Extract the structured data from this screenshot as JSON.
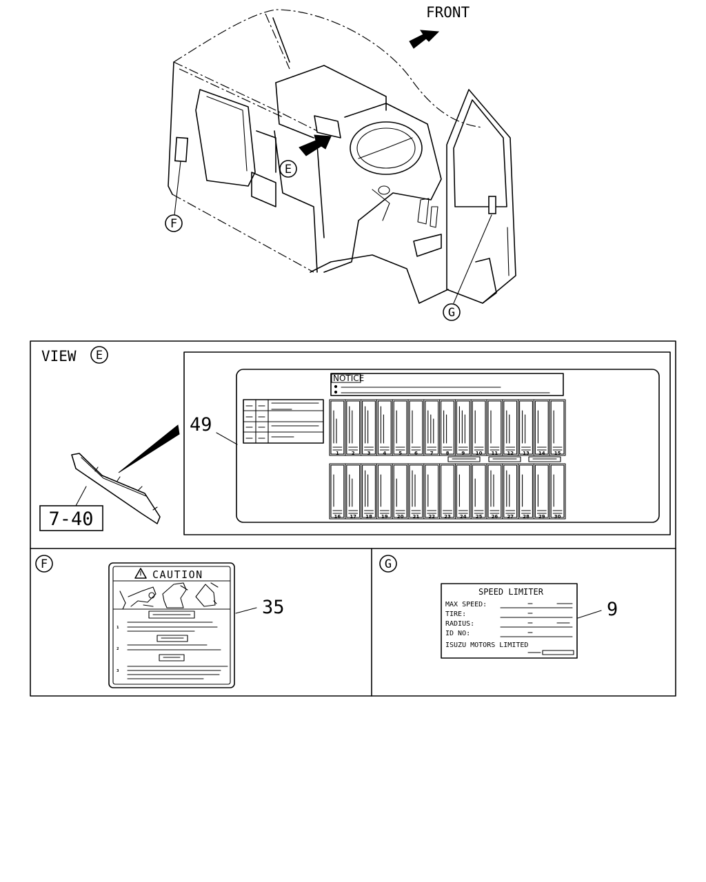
{
  "overview": {
    "front_label": "FRONT",
    "callouts": {
      "e": "E",
      "f": "F",
      "g": "G"
    }
  },
  "view_e": {
    "title": "VIEW",
    "circle": "E",
    "part_ref": "7-40",
    "item_number": "49",
    "notice_label": "NOTICE",
    "column_numbers": [
      "1",
      "2",
      "3",
      "4",
      "5",
      "6",
      "7",
      "8",
      "9",
      "10",
      "11",
      "12",
      "13",
      "14",
      "15",
      "16",
      "17",
      "18",
      "19",
      "20",
      "21",
      "22",
      "23",
      "24",
      "25",
      "26",
      "27",
      "28",
      "29",
      "30"
    ]
  },
  "view_f": {
    "circle": "F",
    "caution_title": "CAUTION",
    "item_number": "35"
  },
  "view_g": {
    "circle": "G",
    "item_number": "9",
    "title": "SPEED LIMITER",
    "fields": [
      "MAX SPEED:",
      "TIRE:",
      "RADIUS:",
      "ID NO:"
    ],
    "manufacturer": "ISUZU MOTORS LIMITED"
  }
}
